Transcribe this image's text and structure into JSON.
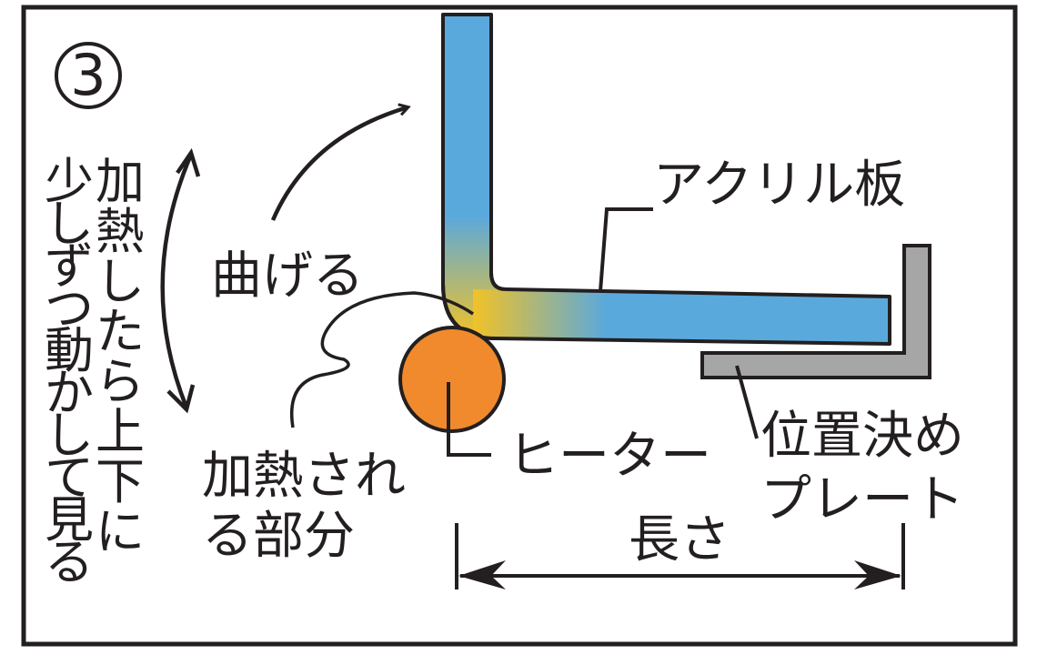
{
  "step_number": "③",
  "labels": {
    "acrylic_plate": "アクリル板",
    "bend": "曲げる",
    "heater": "ヒーター",
    "heated_part_line1": "加熱され",
    "heated_part_line2": "る部分",
    "positioning_plate_line1": "位置決め",
    "positioning_plate_line2": "プレート",
    "length": "長さ"
  },
  "instruction_columns": {
    "right": "加熱したら上下に",
    "left": "少しずつ動かして見る"
  },
  "colors": {
    "acrylic_blue": "#5aa9dd",
    "heat_yellow": "#f2c226",
    "heater_orange": "#f08a2c",
    "plate_gray": "#a6a6a6",
    "ink": "#231f20"
  }
}
